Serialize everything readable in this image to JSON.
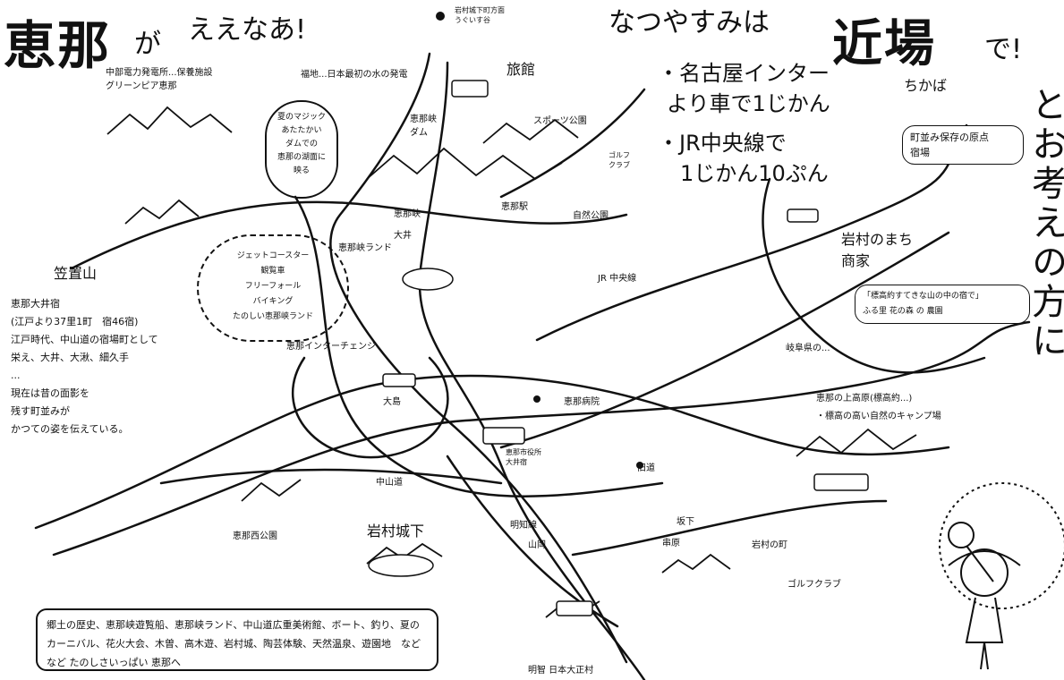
{
  "title_main": "恵那",
  "title_ga": "が",
  "title_eenaa": "ええなあ!",
  "title_natsu": "なつやすみは",
  "title_kinba": "近場",
  "title_de": "で!",
  "reading_kinba": "ちかば",
  "vertical_phrase": "とお考えの方に",
  "access": {
    "line1": "・名古屋インター",
    "line2": "より車で1じかん",
    "line3": "・JR中央線で",
    "line4": "1じかん10ぷん"
  },
  "labels": {
    "clubhouse": "中部電力発電所...保養施設\nグリーンピア恵那",
    "hot_spring_top": "岩村城下町方面\nうぐいす谷",
    "ryokan": "旅館",
    "landmark_center": "福地...日本最初の水の発電",
    "dam": "恵那峡\nダム",
    "shrine": "恵那峡",
    "center_station": "恵那駅",
    "sports": "スポーツ公園",
    "golf": "ゴルフ\nクラブ",
    "jr_line": "JR 中央線",
    "park_sign": "恵那峡ランド",
    "ginza": "自然公園",
    "shinto": "大井",
    "kasagi": "笠置山",
    "interchange": "恵那インターチェンジ",
    "oshima": "大島",
    "rest": "恵那市役所\n大井宿",
    "hospital": "恵那病院",
    "nakasendo": "中山道",
    "old_road": "旧道",
    "akechi_way": "明知線",
    "west_park": "恵那西公園",
    "castle_town": "岩村城下",
    "kushihara": "串原",
    "mountain_club": "ゴルフクラブ",
    "sakura": "坂下",
    "hills": "山岡",
    "village_right": "岩村の町",
    "bottom_label": "明智 日本大正村",
    "right_top_box": "町並み保存の原点\n宿場",
    "right_box_label": "岩村のまち\n商家",
    "right_center": "「標高約すてきな山の中の宿で」\nふる里 花の森 の 農園",
    "right_caption": "岐阜県の...",
    "right_lower": "恵那の上高原(標高約...)\n・標高の高い自然のキャンプ場",
    "bubble_text": "夏のマジック\nあたたかい\nダムでの\n恵那の湖面に\n映る",
    "cloud_text": "ジェットコースター\n観覧車\nフリーフォール\nバイキング\nたのしい恵那峡ランド",
    "history": "恵那大井宿\n(江戸より37里1町　宿46宿)\n江戸時代、中山道の宿場町として\n栄え、大井、大湫、細久手\n...\n現在は昔の面影を\n残す町並みが\nかつての姿を伝えている。",
    "bottom_note": "郷土の歴史、恵那峡遊覧船、恵那峡ランド、中山道広重美術館、ボート、釣り、夏のカーニバル、花火大会、木曽、高木遊、岩村城、陶芸体験、天然温泉、遊園地　などなど たのしさいっぱい 恵那へ"
  },
  "colors": {
    "ink": "#111111",
    "paper": "#ffffff"
  }
}
